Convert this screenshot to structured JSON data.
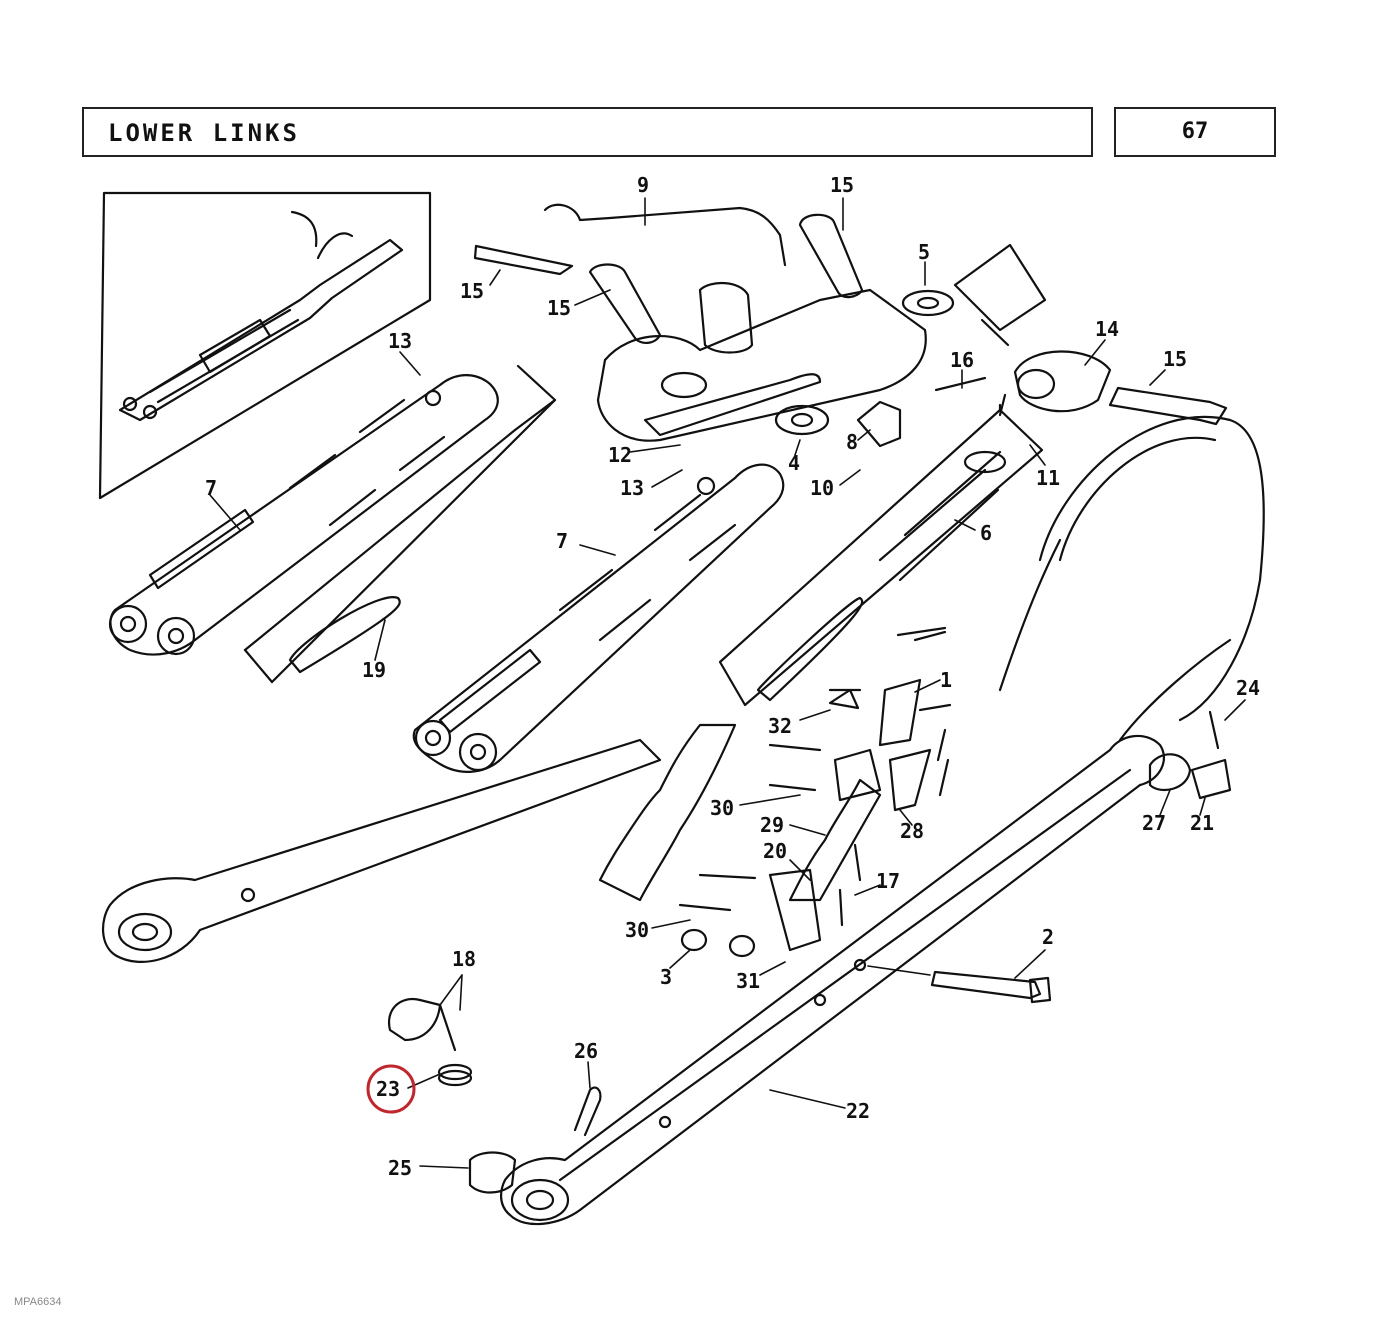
{
  "header": {
    "title": "LOWER LINKS",
    "page_number": "67"
  },
  "callouts": [
    "9",
    "15",
    "15",
    "15",
    "5",
    "13",
    "14",
    "15",
    "16",
    "12",
    "4",
    "8",
    "11",
    "13",
    "10",
    "7",
    "7",
    "6",
    "19",
    "24",
    "1",
    "32",
    "30",
    "29",
    "28",
    "20",
    "17",
    "27",
    "21",
    "30",
    "3",
    "31",
    "2",
    "18",
    "26",
    "23",
    "22",
    "25"
  ],
  "highlight_color": "#c0262d",
  "reference_code": "MPA6634"
}
